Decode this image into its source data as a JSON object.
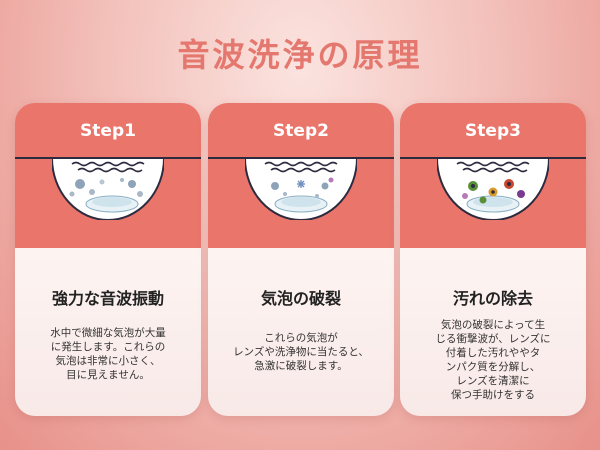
{
  "page": {
    "title": "音波洗浄の原理"
  },
  "steps": [
    {
      "label": "Step1",
      "heading": "強力な音波振動",
      "description": "水中で微細な気泡が大量\nに発生します。これらの\n気泡は非常に小さく、\n目に見えません。"
    },
    {
      "label": "Step2",
      "heading": "気泡の破裂",
      "description": "これらの気泡が\nレンズや洗浄物に当たると、\n急激に破裂します。"
    },
    {
      "label": "Step3",
      "heading": "汚れの除去",
      "description": "気泡の破裂によって生\nじる衝撃波が、レンズに\n付着した汚れややタ\nンパク質を分解し、\nレンズを清潔に\n保つ手助けをする"
    }
  ],
  "colors": {
    "accent": "#e9756b",
    "title": "#e4776e",
    "line": "#2d2b3f"
  },
  "icons": [
    "water-wave-icon",
    "bubble-icon",
    "contact-lens-icon",
    "burst-icon",
    "germ-icon"
  ]
}
